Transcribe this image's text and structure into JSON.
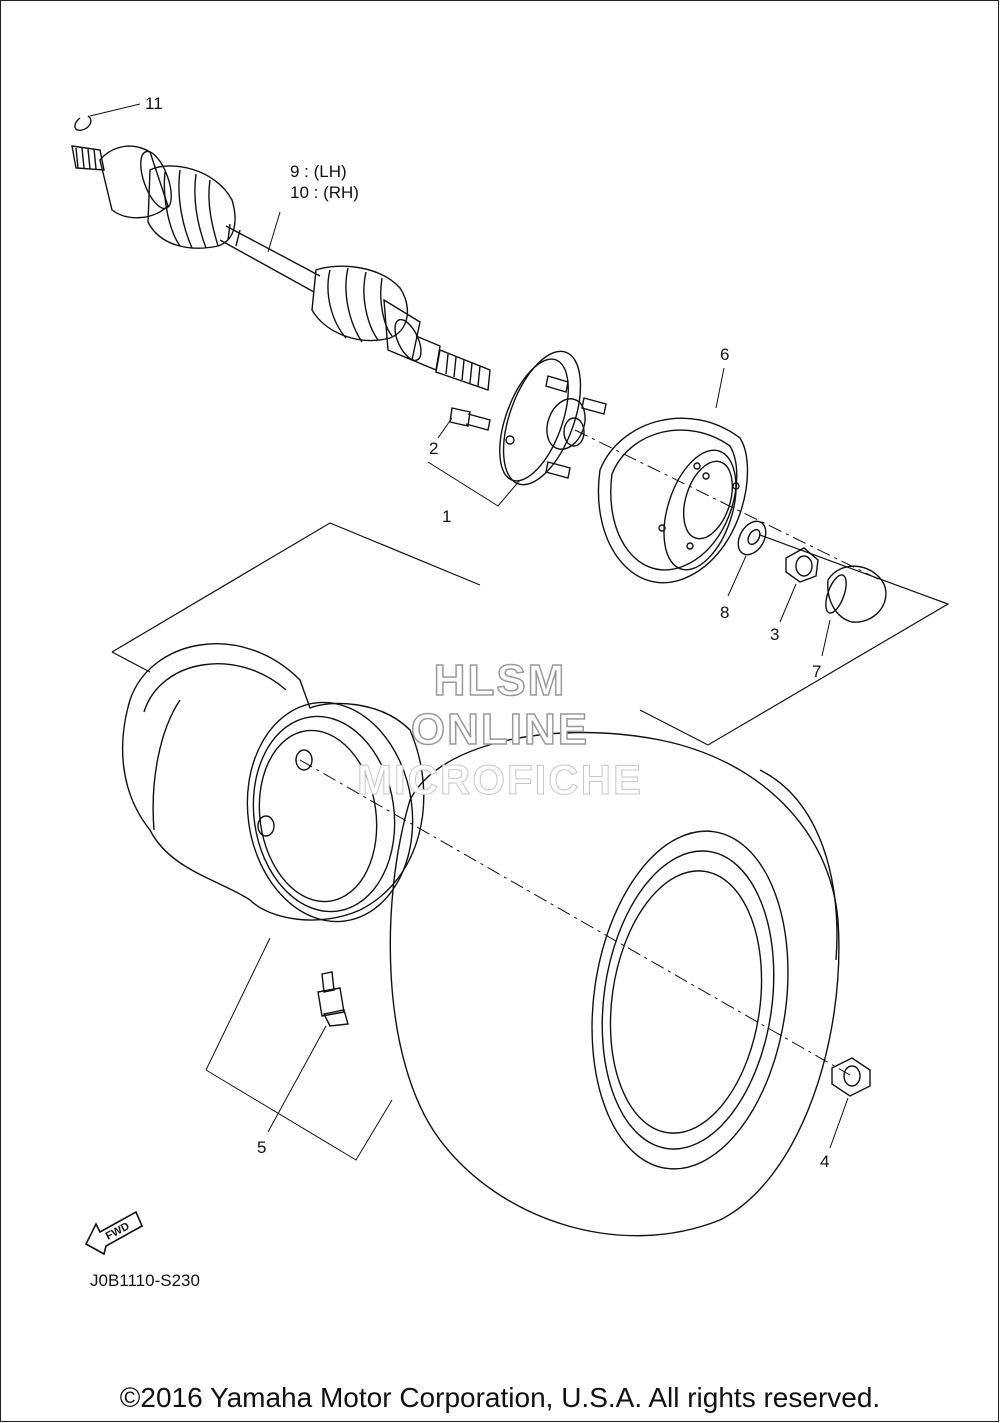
{
  "callouts": {
    "c11": "11",
    "c9": "9 : (LH)",
    "c10": "10 : (RH)",
    "c6": "6",
    "c2": "2",
    "c1": "1",
    "c8": "8",
    "c3": "3",
    "c7": "7",
    "c5": "5",
    "c4": "4"
  },
  "watermark": {
    "line1": "HLSM",
    "line2": "ONLINE",
    "line3": "MICROFICHE"
  },
  "fwd_label": "FWD",
  "diagram_code": "J0B1110-S230",
  "copyright": "©2016 Yamaha Motor Corporation, U.S.A. All rights reserved.",
  "colors": {
    "line": "#111111",
    "watermark": "#9a9a9a"
  }
}
